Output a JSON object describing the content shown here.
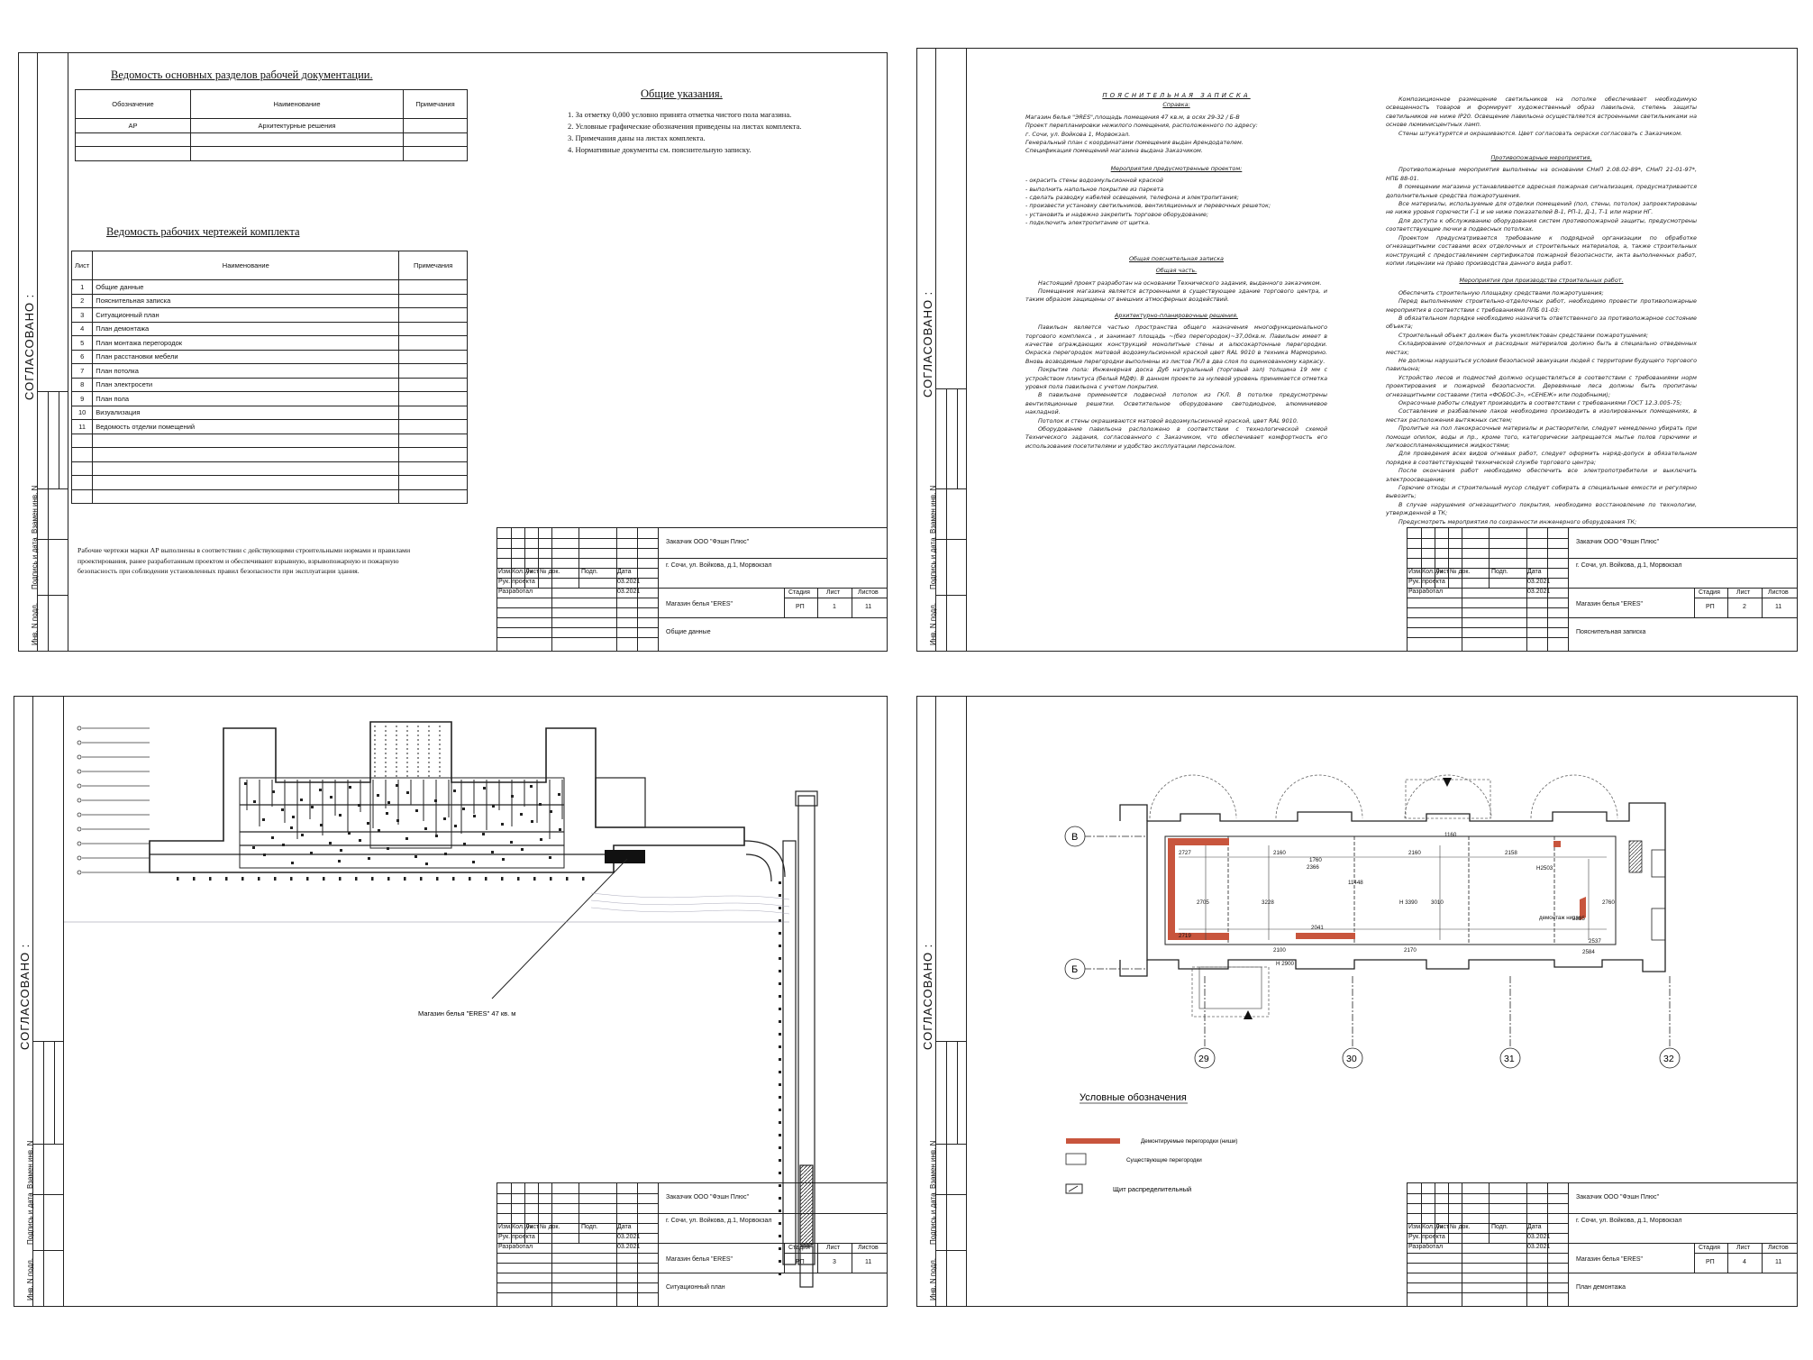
{
  "strip": {
    "agreed": "СОГЛАСОВАНО :",
    "cells": [
      "Взамен инв. N",
      "Подпись и дата",
      "Инв. N подл."
    ]
  },
  "title_block": {
    "customer": "Заказчик ООО \"Фэшн Плюс\"",
    "address": "г. Сочи, ул. Войкова, д.1, Морвокзал",
    "object": "Магазин белья \"ERES\"",
    "hdr": [
      "Изм.",
      "Кол. уч",
      "Лист",
      "№ док.",
      "Подп.",
      "Дата"
    ],
    "roles": [
      "Рук. проекта",
      "Разработал"
    ],
    "dates": [
      "03.2021",
      "03.2021"
    ],
    "cols": [
      "Стадия",
      "Лист",
      "Листов"
    ],
    "stage": "РП",
    "total": "11"
  },
  "sheet1": {
    "sections_title": "Ведомость основных разделов рабочей документации.",
    "sections_headers": [
      "Обозначение",
      "Наименование",
      "Примечания"
    ],
    "sections_rows": [
      [
        "АР",
        "Архитектурные решения",
        ""
      ]
    ],
    "general_title": "Общие указания.",
    "general_items": [
      "1.  За отметку  0,000  условно принята отметка чистого пола магазина.",
      "2.  Условные графические обозначения приведены на листах комплекта.",
      "3.  Примечания даны на листах комплекта.",
      "4.  Нормативные документы см. пояснительную записку."
    ],
    "drawings_title": "Ведомость рабочих чертежей комплекта",
    "drawings_headers": [
      "Лист",
      "Наименование",
      "Примечания"
    ],
    "drawings_rows": [
      [
        "1",
        "Общие данные"
      ],
      [
        "2",
        "Пояснительная записка"
      ],
      [
        "3",
        "Ситуационный план"
      ],
      [
        "4",
        "План демонтажа"
      ],
      [
        "5",
        "План монтажа перегородок"
      ],
      [
        "6",
        "План расстановки мебели"
      ],
      [
        "7",
        "План потолка"
      ],
      [
        "8",
        "План электросети"
      ],
      [
        "9",
        "План пола"
      ],
      [
        "10",
        "Визуализация"
      ],
      [
        "11",
        "Ведомость отделки помещений"
      ]
    ],
    "statement": "Рабочие чертежи марки АР выполнены в соответствии с действующими строительными нормами и правилами проектирования, ранее разработанным проектом  и обеспечивают взрывную, взрывопожарную и пожарную безопасность при соблюдении установленных правил безопасности при эксплуатации здания.",
    "sheet_no": "1",
    "sheet_name": "Общие данные"
  },
  "sheet2": {
    "title": "ПОЯСНИТЕЛЬНАЯ  ЗАПИСКА",
    "subtitle": "Справка:",
    "intro": [
      "Магазин белья \"ЭRES\",площадь помещения 47 кв.м, в осях 29-32 / Б-В",
      "Проект перепланировки нежилого помещения, расположенного по адресу:",
      "г. Сочи, ул. Войкова 1, Морвокзал.",
      "Генеральный план с координатами помещения выдан Арендодателем.",
      "Спецификация помещений магазина выдана Заказчиком."
    ],
    "measures_title": "Мероприятия предусмотренные проектом:",
    "measures": [
      "- окрасить стены водоэмульсионной краской",
      "- выполнить напольное покрытие из паркета",
      "- сделать разводку кабелей освещения, телефона   и электропитания;",
      "- произвести установку светильников, вентиляционных и перевочных решеток;",
      "- установить и надежно закрепить торговое оборудование;",
      "- подключить электропитание от щитка."
    ],
    "general_title": "Общая пояснительная записка",
    "general_sub": "Общая часть.",
    "general_p": [
      "Настоящий проект разработан на основании Технического задания, выданного заказчиком.",
      "Помещения магазина является встроенными в существующее здание торгового центра, и таким образом защищены от внешних атмосферных воздействий."
    ],
    "arch_title": "Архитектурно-планировочные решения.",
    "arch_p": [
      "Павильон является частью пространства общего назначения многофункционального торгового комплекса , и занимает площадь ~(без перегородок)~37,00кв.м. Павильон имеет в качестве ограждающих конструкций монолитные стены и алюсокартонные перегородки. Окраска перегородок матовой водоэмульсионной краской цвет RAL 9010 в техника Марморино. Вновь возводимые перегородки выполнены из листов ГКЛ в два слоя по оцинкованному каркасу.",
      "Покрытие пола: Инженерная доска Дуб натуральный (торговый зал) толщина 19 мм с устройством плинтуса (белый МДФ). В данном проекте за нулевой уровень принимается отметка уровня пола павильона с учетом покрытия.",
      "В павильоне применяется подвесной потолок из ГКЛ. В потолке предусмотрены вентиляционные решетки. Осветительное оборудование светодиодное, алюминиевое накладной.",
      "Потолок и стены окрашиваются матовой водоэмульсионной краской, цвет RAL 9010.",
      "Оборудование павильона расположено в соответствии с технологической схемой Технического задания, согласованного с Заказчиком, что обеспечивает комфортность его использования посетителями и удобство эксплуатации персоналом."
    ],
    "right_top": [
      "Композиционное размещение светильников на потолке обеспечивает необходимую освещенность товаров и формирует художественный образ павильона, степень защиты светильников не ниже IP20. Освещение павильона осуществляется встроенными светильниками на основе люминисцентных ламп.",
      "Стены штукатурятся и окрашиваются. Цвет согласовать окраски согласовать с Заказчиком."
    ],
    "fire_title": "Противопожарные мероприятия.",
    "fire_p": [
      "Противопожарные мероприятия выполнены на основании СНиП 2.08.02-89*, СНиП 21-01-97*, НПБ 88-01.",
      "В помещении магазина устанавливается адресная пожарная сигнализация, предусматривается дополнительные средства пожаротушения.",
      "Все материалы, используемые для отделки помещений (пол, стены, потолок) запроектированы не ниже уровня горючести Г-1 и не ниже показателей В-1, РП-1, Д-1, Т-1 или марки НГ.",
      "Для доступа к обслуживанию оборудования систем противопожарной защиты, предусмотрены соответствующие лючки в подвесных потолках.",
      "Проектом предусматривается требование к подрядной организации по обработке огнезащитными составами всех отделочных и строительных материалов, а, также строительных конструкций с предоставлением сертификатов пожарной безопасности, акта выполненных работ, копии лицензии на право производства данного вида работ."
    ],
    "constr_title": "Мероприятия при производстве строительных работ.",
    "constr_p": [
      "Обеспечить строительную площадку средствами пожаротушения;",
      "Перед выполнением строительно-отделочных работ, необходимо провести противопожарные мероприятия в соответствии с требованиями ППБ 01-03:",
      "В обязательном порядке необходимо назначить ответственного за противопожарное состояние объекта;",
      "Строительный объект должен быть укомплектован средствами пожаротушения;",
      "Складирование отделочных и расходных материалов должно быть в специально отведенных местах;",
      "Не должны нарушаться условия безопасной эвакуации людей с территории будущего торгового павильона;",
      "Устройство лесов и подмостей должно осуществляться в соответствии с требованиями норм проектирования и пожарной безопасности. Деревянные леса должны быть пропитаны огнезащитными составами (типа «ФОБОС-3», «СЕНЕЖ» или подобными);",
      "Окрасочные работы следует производить в соответствии с требованиями ГОСТ 12.3.005-75;",
      "Составление и разбавление лаков необходимо производить в изолированных помещениях, в местах расположения вытяжных систем;",
      "Пролитые на пол лакокрасочные материалы и растворители, следует немедленно убирать при помощи опилок, воды и пр., кроме того, категорически запрещается мытье полов горючими и легковоспламеняющимися жидкостями;",
      "Для проведения всех видов огневых работ, следует оформить наряд-допуск в обязательном порядке в соответствующей технической службе торгового центра;",
      "После окончания работ необходимо обеспечить все электропотребители и выключить электроосвещение;",
      "Горючие отходы и строительный мусор следует собирать в специальные емкости и регулярно вывозить;",
      "В случае нарушения огнезащитного покрытия, необходимо восстановление по технологии, утвержденной в ТК;",
      "Предусмотреть мероприятия по сохранности инженерного оборудования ТК;"
    ],
    "sheet_no": "2",
    "sheet_name": "Пояснительная записка"
  },
  "sheet3": {
    "callout": "Магазин белья \"ERES\" 47 кв. м",
    "sheet_no": "3",
    "sheet_name": "Ситуационный план"
  },
  "sheet4": {
    "axes_rows": [
      "В",
      "Б"
    ],
    "axes_cols": [
      "29",
      "30",
      "31",
      "32"
    ],
    "dims": {
      "d2727": "2727",
      "d2160a": "2160",
      "d1760": "1760",
      "d2366": "2366",
      "d2160b": "2160",
      "d2158": "2158",
      "d1160": "1160",
      "h2503": "H2503",
      "d11448": "11448",
      "h3390": "H 3390",
      "d2705": "2705",
      "d3228": "3228",
      "d3010": "3010",
      "d2385": "2385",
      "d2760": "2760",
      "d2719": "2719",
      "d2100": "2100",
      "d2041": "2041",
      "d2170": "2170",
      "d2537": "2537",
      "d2584": "2584",
      "h2900": "H 2900",
      "niche": "демонтаж ниши"
    },
    "legend_title": "Условные обозначения",
    "legend": [
      "Демонтируемые перегородки (ниши)",
      "Существующие перегородки",
      "Щит распределительный"
    ],
    "sheet_no": "4",
    "sheet_name": "План демонтажа"
  },
  "colors": {
    "demolish": "#c8553d",
    "line": "#222222"
  }
}
